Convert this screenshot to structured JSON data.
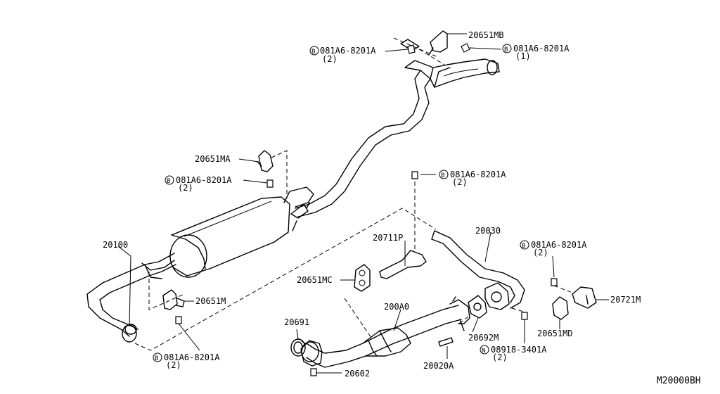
{
  "diagram": {
    "code": "M20000BH",
    "labels": {
      "p20651MB": "20651MB",
      "bolt_top_left": "081A6-8201A",
      "bolt_top_left_qty": "(2)",
      "bolt_top_right": "081A6-8201A",
      "bolt_top_right_qty": "(1)",
      "p20651MA": "20651MA",
      "bolt_mid_left": "081A6-8201A",
      "bolt_mid_left_qty": "(2)",
      "bolt_center": "081A6-8201A",
      "bolt_center_qty": "(2)",
      "p20100": "20100",
      "p20711P": "20711P",
      "p20030": "20030",
      "bolt_right": "081A6-8201A",
      "bolt_right_qty": "(2)",
      "p20651MC": "20651MC",
      "p20651M": "20651M",
      "p20721M": "20721M",
      "p200A0": "200A0",
      "p20691": "20691",
      "p20692M": "20692M",
      "p20651MD": "20651MD",
      "nut": "08918-3401A",
      "nut_qty": "(2)",
      "bolt_bottom": "081A6-8201A",
      "bolt_bottom_qty": "(2)",
      "p20020A": "20020A",
      "p20602": "20602"
    },
    "markers": {
      "bolt": "B",
      "nut": "N"
    }
  }
}
